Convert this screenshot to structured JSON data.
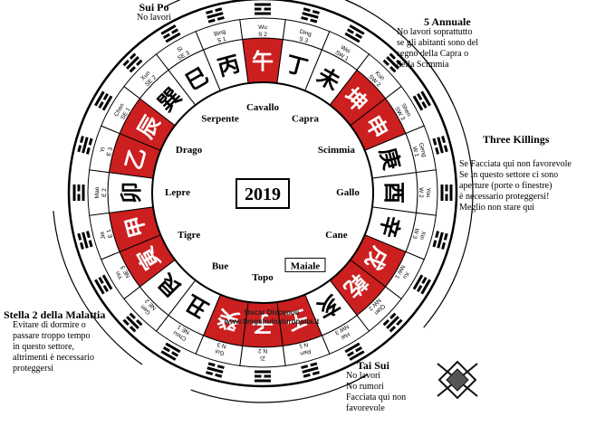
{
  "center": {
    "year": "2019"
  },
  "zodiac": [
    {
      "name": "Topo",
      "a": 180
    },
    {
      "name": "Bue",
      "a": 210
    },
    {
      "name": "Tigre",
      "a": 240
    },
    {
      "name": "Lepre",
      "a": 270
    },
    {
      "name": "Drago",
      "a": 300
    },
    {
      "name": "Serpente",
      "a": 330
    },
    {
      "name": "Cavallo",
      "a": 0
    },
    {
      "name": "Capra",
      "a": 30
    },
    {
      "name": "Scimmia",
      "a": 60
    },
    {
      "name": "Gallo",
      "a": 90
    },
    {
      "name": "Cane",
      "a": 120
    },
    {
      "name": "Maiale",
      "a": 150,
      "boxed": true
    }
  ],
  "mountains": [
    {
      "char": "子",
      "code": "N 2",
      "pinyin": "Zi",
      "red": true
    },
    {
      "char": "癸",
      "code": "N 3",
      "pinyin": "Gui",
      "red": true
    },
    {
      "char": "丑",
      "code": "NE 1",
      "pinyin": "Chou",
      "red": false
    },
    {
      "char": "艮",
      "code": "NE 2",
      "pinyin": "Gen",
      "red": false
    },
    {
      "char": "寅",
      "code": "NE 3",
      "pinyin": "Yin",
      "red": true
    },
    {
      "char": "甲",
      "code": "E 1",
      "pinyin": "Jia",
      "red": true
    },
    {
      "char": "卯",
      "code": "E 2",
      "pinyin": "Mao",
      "red": false
    },
    {
      "char": "乙",
      "code": "E 3",
      "pinyin": "Yi",
      "red": true
    },
    {
      "char": "辰",
      "code": "SE 1",
      "pinyin": "Chen",
      "red": true
    },
    {
      "char": "巽",
      "code": "SE 2",
      "pinyin": "Xun",
      "red": false
    },
    {
      "char": "巳",
      "code": "SE 3",
      "pinyin": "Si",
      "red": false
    },
    {
      "char": "丙",
      "code": "S 1",
      "pinyin": "Bing",
      "red": false
    },
    {
      "char": "午",
      "code": "S 2",
      "pinyin": "Wu",
      "red": true
    },
    {
      "char": "丁",
      "code": "S 3",
      "pinyin": "Ding",
      "red": false
    },
    {
      "char": "未",
      "code": "SW 1",
      "pinyin": "Wei",
      "red": false
    },
    {
      "char": "坤",
      "code": "SW 2",
      "pinyin": "Kun",
      "red": true
    },
    {
      "char": "申",
      "code": "SW 3",
      "pinyin": "Shen",
      "red": true
    },
    {
      "char": "庚",
      "code": "W 1",
      "pinyin": "Geng",
      "red": false
    },
    {
      "char": "酉",
      "code": "W 2",
      "pinyin": "You",
      "red": false
    },
    {
      "char": "辛",
      "code": "W 3",
      "pinyin": "Xin",
      "red": false
    },
    {
      "char": "戌",
      "code": "NW 1",
      "pinyin": "Xu",
      "red": true
    },
    {
      "char": "乾",
      "code": "NW 2",
      "pinyin": "Qian",
      "red": true
    },
    {
      "char": "亥",
      "code": "NW 3",
      "pinyin": "Hai",
      "red": false
    },
    {
      "char": "壬",
      "code": "N 1",
      "pinyin": "Ren",
      "red": true
    }
  ],
  "watermark": {
    "line1": "Oscar Discepoli",
    "line2": "www.fengshuinaturopatia.it"
  },
  "notes": {
    "sui_po": {
      "title": "Sui Po",
      "lines": [
        "No lavori"
      ]
    },
    "annuale": {
      "title": "5 Annuale",
      "lines": [
        "No lavori soprattutto",
        "se gli abitanti sono del",
        "segno della Capra o",
        "della Scimmia"
      ]
    },
    "three_killings": {
      "title": "Three Killings",
      "lines": [
        "Se Facciata qui non favorevole",
        "Se in questo settore ci sono",
        "aperture (porte o finestre)",
        "è necessario proteggersi!",
        "Meglio non stare qui"
      ]
    },
    "malattia": {
      "title": "Stella 2 della Malattia",
      "lines": [
        "Evitare di dormire o",
        "passare troppo tempo",
        "in questo settore,",
        "altrimenti è necessario",
        "proteggersi"
      ]
    },
    "tai_sui": {
      "title": "Tai Sui",
      "lines": [
        "No lavori",
        "No rumori",
        "Facciata qui non",
        "favorevole"
      ]
    }
  },
  "colors": {
    "red": "#cc1f1f",
    "white": "#ffffff",
    "black": "#000000"
  }
}
